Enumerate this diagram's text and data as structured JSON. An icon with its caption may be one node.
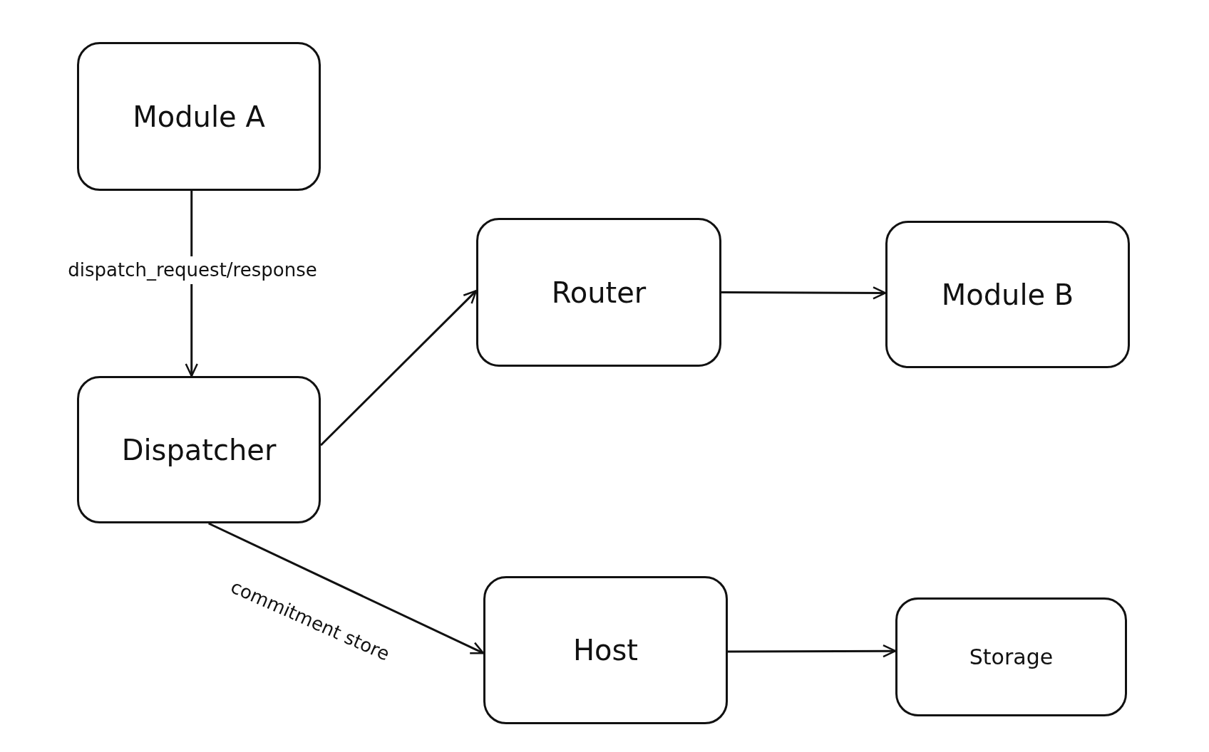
{
  "diagram": {
    "nodes": [
      {
        "text": [
          "Module A"
        ]
      },
      {
        "text": [
          "Dispatcher"
        ]
      },
      {
        "text": [
          "Router"
        ]
      },
      {
        "text": [
          "Module B"
        ]
      },
      {
        "text": [
          "Host"
        ]
      },
      {
        "text": [
          "Storage"
        ]
      }
    ],
    "edges": [
      {
        "from": 0,
        "to": 1,
        "arrow": "to",
        "label": "dispatch_request/response"
      },
      {
        "from": 1,
        "to": 2,
        "arrow": "to"
      },
      {
        "from": 2,
        "to": 3,
        "arrow": "to"
      },
      {
        "from": 1,
        "to": 4,
        "arrow": "to",
        "label": "commitment store"
      },
      {
        "from": 4,
        "to": 5,
        "arrow": "to"
      }
    ]
  }
}
